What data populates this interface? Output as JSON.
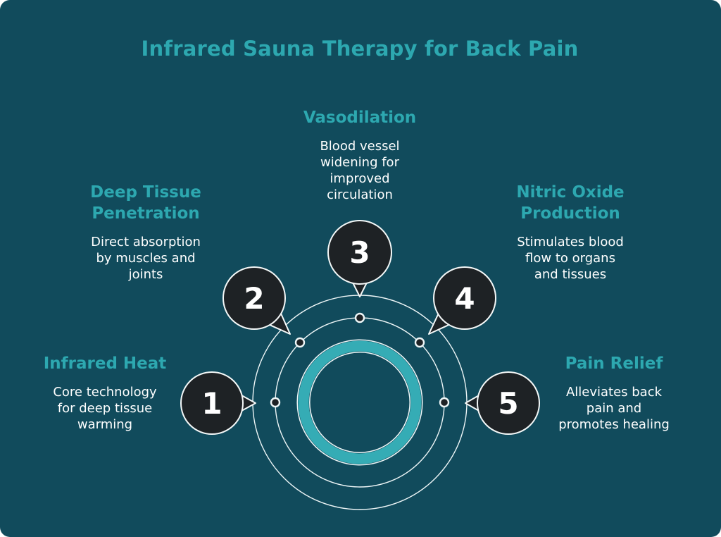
{
  "title": "Infrared Sauna Therapy for Back Pain",
  "colors": {
    "background": "#114b5c",
    "accent_teal": "#2da8b0",
    "ring_teal": "#35acb5",
    "bubble_dark": "#1e2225",
    "body_text": "#fdfefe"
  },
  "steps": [
    {
      "number": "1",
      "title": "Infrared Heat",
      "description": "Core technology\nfor deep tissue\nwarming"
    },
    {
      "number": "2",
      "title": "Deep Tissue\nPenetration",
      "description": "Direct absorption\nby muscles and\njoints"
    },
    {
      "number": "3",
      "title": "Vasodilation",
      "description": "Blood vessel\nwidening for\nimproved\ncirculation"
    },
    {
      "number": "4",
      "title": "Nitric Oxide\nProduction",
      "description": "Stimulates blood\nflow to organs\nand tissues"
    },
    {
      "number": "5",
      "title": "Pain Relief",
      "description": "Alleviates back\npain and\npromotes healing"
    }
  ]
}
